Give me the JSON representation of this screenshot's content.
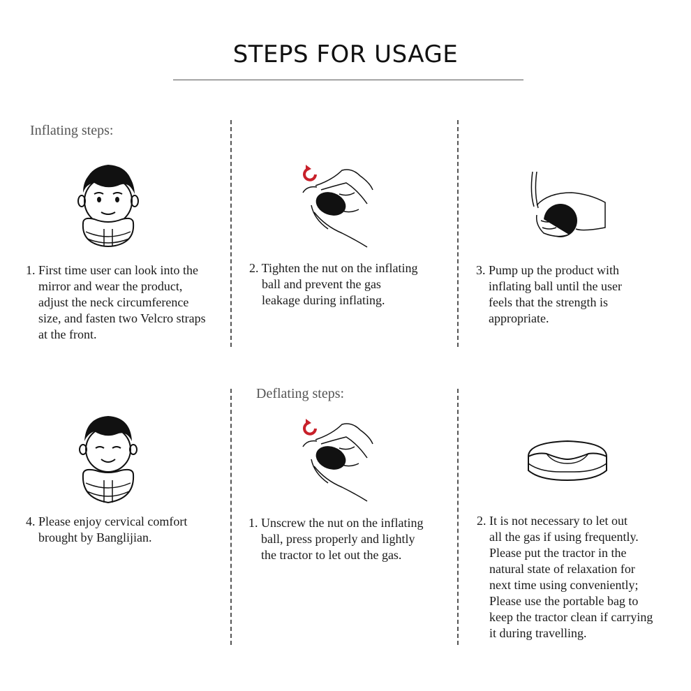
{
  "title": "STEPS FOR USAGE",
  "sections": {
    "inflating": "Inflating steps:",
    "deflating": "Deflating steps:"
  },
  "steps": {
    "inflate_1": "1. First time user can look into the\nmirror and wear the product,\nadjust the neck circumference\nsize, and fasten two Velcro straps\nat the front.",
    "inflate_2": "2. Tighten the nut on the inflating\nball and prevent the gas\nleakage during inflating.",
    "inflate_3": "3. Pump up the product with\ninflating ball until the user\nfeels that the strength is\nappropriate.",
    "inflate_4": "4. Please enjoy cervical comfort\nbrought by Banglijian.",
    "deflate_1": "1. Unscrew the nut on the inflating\nball, press properly and lightly\nthe tractor to let out the gas.",
    "deflate_2": "2. It is not necessary to let out\nall the gas if using frequently.\nPlease put the tractor in the\nnatural state of relaxation for\nnext time using conveniently;\nPlease use the portable bag to\nkeep the tractor clean if carrying\nit during travelling."
  },
  "colors": {
    "rotate_arrow": "#c8202a",
    "ink": "#111111",
    "divider": "#555555"
  },
  "icons": [
    "person-wearing-collar-icon",
    "tighten-nut-hand-icon",
    "pump-ball-hand-icon",
    "smiling-person-collar-icon",
    "unscrew-nut-hand-icon",
    "neck-tractor-collar-icon",
    "rotate-arrow-icon"
  ]
}
